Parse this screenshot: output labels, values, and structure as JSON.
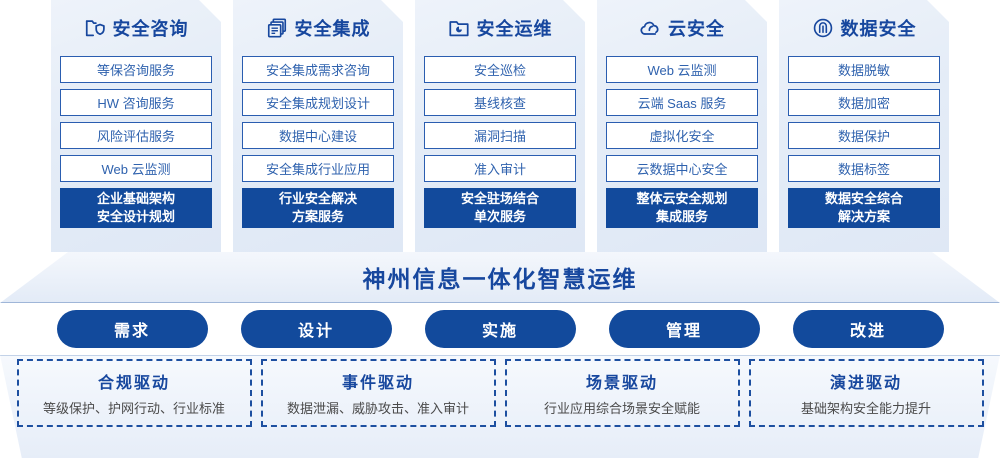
{
  "columns": [
    {
      "icon": "folder-shield-icon",
      "title": "安全咨询",
      "items": [
        "等保咨询服务",
        "HW 咨询服务",
        "风险评估服务",
        "Web 云监测"
      ],
      "accent": [
        "企业基础架构",
        "安全设计规划"
      ]
    },
    {
      "icon": "stacked-documents-icon",
      "title": "安全集成",
      "items": [
        "安全集成需求咨询",
        "安全集成规划设计",
        "数据中心建设",
        "安全集成行业应用"
      ],
      "accent": [
        "行业安全解决",
        "方案服务"
      ]
    },
    {
      "icon": "folder-chart-icon",
      "title": "安全运维",
      "items": [
        "安全巡检",
        "基线核查",
        "漏洞扫描",
        "准入审计"
      ],
      "accent": [
        "安全驻场结合",
        "单次服务"
      ]
    },
    {
      "icon": "cloud-icon",
      "title": "云安全",
      "items": [
        "Web 云监测",
        "云端 Saas 服务",
        "虚拟化安全",
        "云数据中心安全"
      ],
      "accent": [
        "整体云安全规划",
        "集成服务"
      ]
    },
    {
      "icon": "fingerprint-icon",
      "title": "数据安全",
      "items": [
        "数据脱敏",
        "数据加密",
        "数据保护",
        "数据标签"
      ],
      "accent": [
        "数据安全综合",
        "解决方案"
      ]
    }
  ],
  "banner": {
    "text": "神州信息一体化智慧运维"
  },
  "pills": [
    {
      "label": "需求"
    },
    {
      "label": "设计"
    },
    {
      "label": "实施"
    },
    {
      "label": "管理"
    },
    {
      "label": "改进"
    }
  ],
  "drivers": [
    {
      "title": "合规驱动",
      "desc": "等级保护、护网行动、行业标准"
    },
    {
      "title": "事件驱动",
      "desc": "数据泄漏、威胁攻击、准入审计"
    },
    {
      "title": "场景驱动",
      "desc": "行业应用综合场景安全赋能"
    },
    {
      "title": "演进驱动",
      "desc": "基础架构安全能力提升"
    }
  ],
  "colors": {
    "brand_blue": "#17479e",
    "accent_fill": "#124a9c",
    "item_border": "#2a5db0",
    "item_text": "#2f62ae"
  }
}
